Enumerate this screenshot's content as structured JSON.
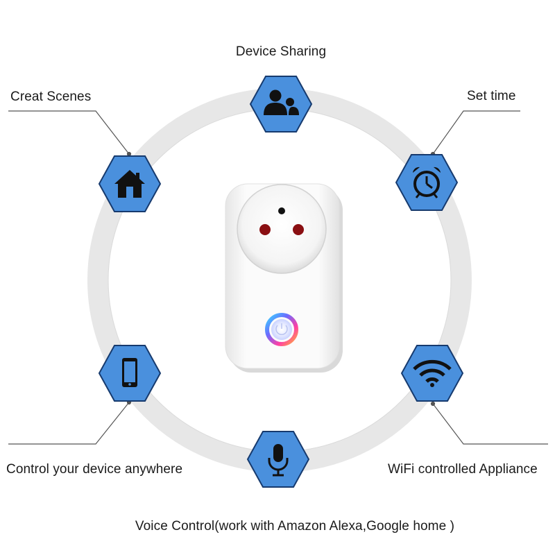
{
  "features": {
    "device_sharing": {
      "label": "Device Sharing",
      "icon": "people-icon"
    },
    "creat_scenes": {
      "label": "Creat Scenes",
      "icon": "home-icon"
    },
    "set_time": {
      "label": "Set time",
      "icon": "alarm-clock-icon"
    },
    "control_anywhere": {
      "label": "Control your device anywhere",
      "icon": "smartphone-icon"
    },
    "wifi_controlled": {
      "label": "WiFi controlled Appliance",
      "icon": "wifi-icon"
    },
    "voice_control": {
      "label": "Voice Control(work with Amazon Alexa,Google home )",
      "icon": "microphone-icon"
    }
  },
  "product": {
    "name": "smart-plug",
    "socket": "socket-face",
    "button": "power-button"
  },
  "colors": {
    "hex_fill": "#4a90dd",
    "hex_border": "#163a6e",
    "ring": "#e8e8e8",
    "icon": "#111111",
    "text": "#1a1a1a"
  }
}
